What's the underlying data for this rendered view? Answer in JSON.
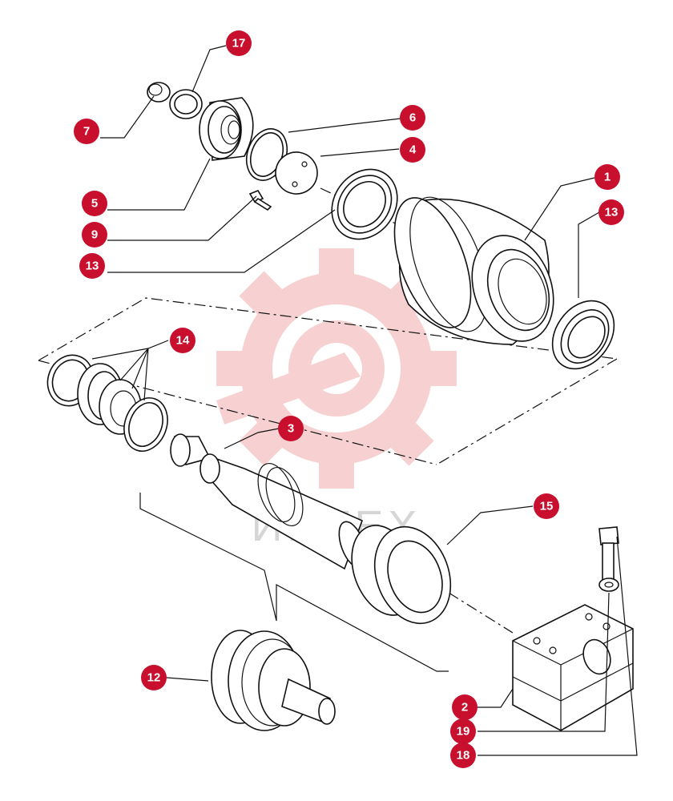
{
  "watermark": {
    "text": "ИНТЕХ"
  },
  "colors": {
    "callout": "#c8102e",
    "watermark": "#f3b8b8",
    "watermark_text": "#d9d9d9",
    "line": "#111111"
  },
  "callouts": [
    {
      "id": "17",
      "label": "17"
    },
    {
      "id": "7",
      "label": "7"
    },
    {
      "id": "6",
      "label": "6"
    },
    {
      "id": "4",
      "label": "4"
    },
    {
      "id": "1",
      "label": "1"
    },
    {
      "id": "5",
      "label": "5"
    },
    {
      "id": "13a",
      "label": "13"
    },
    {
      "id": "9",
      "label": "9"
    },
    {
      "id": "13b",
      "label": "13"
    },
    {
      "id": "14",
      "label": "14"
    },
    {
      "id": "3",
      "label": "3"
    },
    {
      "id": "15",
      "label": "15"
    },
    {
      "id": "12",
      "label": "12"
    },
    {
      "id": "2",
      "label": "2"
    },
    {
      "id": "19",
      "label": "19"
    },
    {
      "id": "18",
      "label": "18"
    }
  ]
}
